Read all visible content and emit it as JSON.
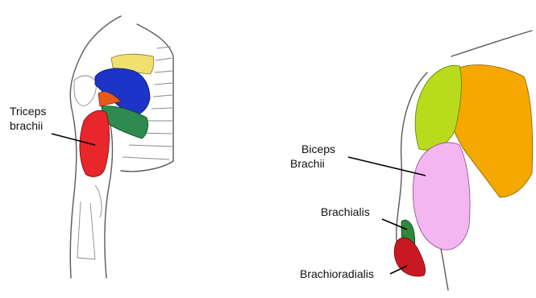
{
  "figure": {
    "left_panel": {
      "label_triceps": {
        "line1": "Triceps",
        "line2": "brachii"
      }
    },
    "right_panel": {
      "label_biceps": {
        "line1": "Biceps",
        "line2": "Brachii"
      },
      "label_brachialis": "Brachialis",
      "label_brachioradialis": "Brachioradialis"
    }
  },
  "colors": {
    "triceps": "#e8262b",
    "deltoid_blue": "#1c34c8",
    "teres_green": "#2e8a4e",
    "supraspinatus_yellow": "#f0e070",
    "rhomboid_orange": "#e85a1c",
    "biceps_pink": "#f4b6f0",
    "pectoralis_orange": "#f5a800",
    "deltoid_lime": "#b8dc1c",
    "brachialis_green": "#2e8a3a",
    "brachioradialis_red": "#c81822",
    "outline": "#5a5a5a"
  }
}
